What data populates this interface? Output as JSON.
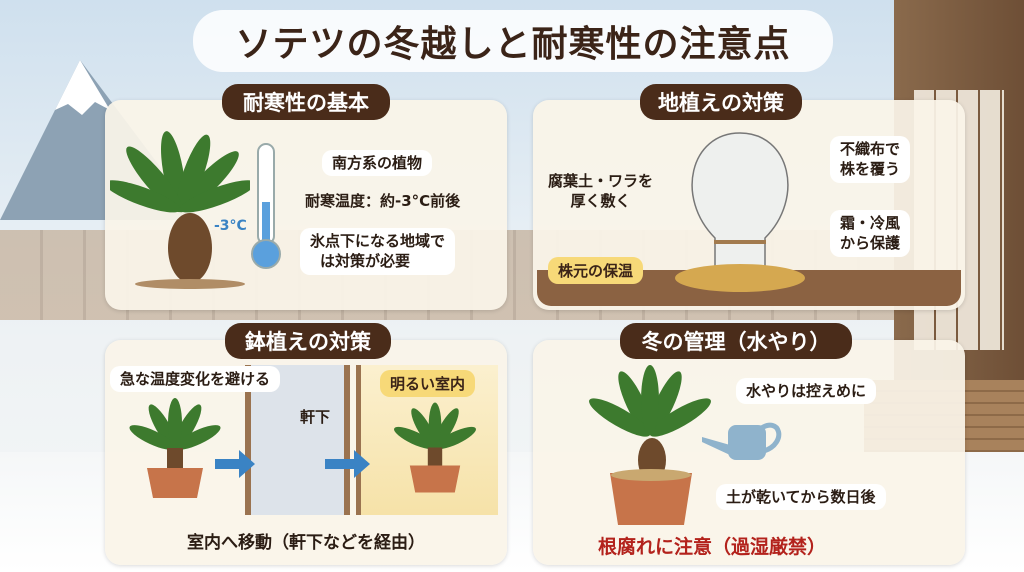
{
  "title": "ソテツの冬越しと耐寒性の注意点",
  "panels": {
    "basics": {
      "header": "耐寒性の基本",
      "thermo_label": "-3°C",
      "line1": "南方系の植物",
      "line2": "耐寒温度：約-3°C前後",
      "line3a": "氷点下になる地域で",
      "line3b": "は対策が必要"
    },
    "ground": {
      "header": "地植えの対策",
      "mulch_a": "腐葉土・ワラを",
      "mulch_b": "厚く敷く",
      "cover_a": "不織布で",
      "cover_b": "株を覆う",
      "protect_a": "霜・冷風",
      "protect_b": "から保護",
      "base": "株元の保温"
    },
    "pot": {
      "header": "鉢植えの対策",
      "avoid": "急な温度変化を避ける",
      "eaves": "軒下",
      "bright": "明るい室内",
      "footer": "室内へ移動（軒下などを経由）"
    },
    "water": {
      "header": "冬の管理（水やり）",
      "sparingly": "水やりは控えめに",
      "after": "土が乾いてから数日後",
      "warning": "根腐れに注意（過湿厳禁）"
    }
  },
  "colors": {
    "header_bg": "#4a2c1a",
    "warning": "#b3221c",
    "arrow": "#3a83c4",
    "highlight": "#f7d978"
  }
}
